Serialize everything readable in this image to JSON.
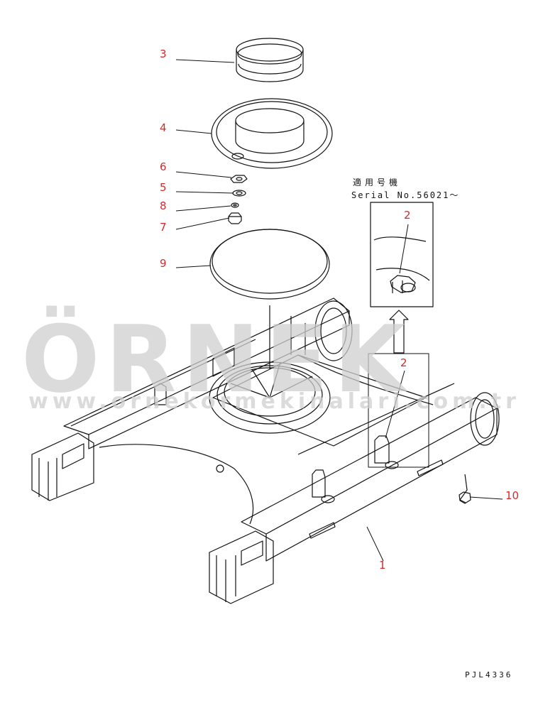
{
  "diagram": {
    "callouts": {
      "c3": "3",
      "c4": "4",
      "c6": "6",
      "c5": "5",
      "c8": "8",
      "c7": "7",
      "c9": "9",
      "c2_detail": "2",
      "c2_main": "2",
      "c10": "10",
      "c1": "1"
    },
    "applicability_note": {
      "line1": "適用号機",
      "line2": "Serial No.56021～"
    },
    "drawing_code": "PJL4336",
    "watermark": {
      "logo": "ÖRNEK",
      "url": "www.ornekormekinalari.com.tr"
    },
    "colors": {
      "callout": "#d22a2a",
      "line": "#111111",
      "watermark": "#cfcfcf"
    }
  }
}
